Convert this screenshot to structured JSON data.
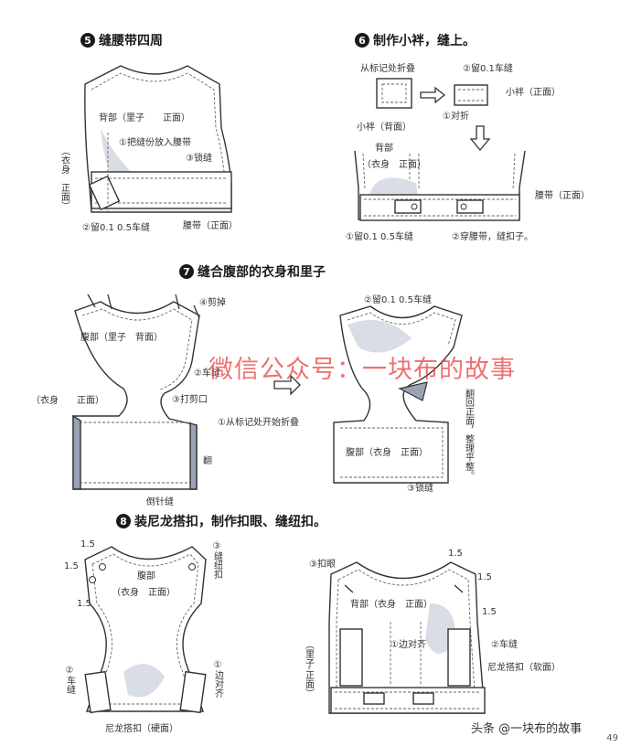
{
  "steps": {
    "s5": {
      "num": "5",
      "title": "缝腰带四周"
    },
    "s6": {
      "num": "6",
      "title": "制作小袢，缝上。"
    },
    "s7": {
      "num": "7",
      "title": "缝合腹部的衣身和里子"
    },
    "s8": {
      "num": "8",
      "title": "装尼龙搭扣，制作扣眼、缝纽扣。"
    }
  },
  "labels": {
    "back_lining": "背部（里子　　正面）",
    "put_seam": "①把缝份放入腰带",
    "lock_stitch_a": "③锁缝",
    "body_front_a": "（衣身　正面）",
    "leave_a": "②留0.1 0.5车缝",
    "belt_front_a": "腰带（正面）",
    "fold_from_mark": "从标记处折叠",
    "leave_01": "②留0.1车缝",
    "loop_front": "小袢（正面）",
    "loop_back": "小袢（背面）",
    "align_fold": "①对折",
    "back_small": "背部",
    "body_front_small": "（衣身　正面）",
    "belt_front_b": "腰带（正面）",
    "leave_b": "①留0.1 0.5车缝",
    "through_belt": "②穿腰带，缝扣子。",
    "trim": "④剪掉",
    "belly_lining": "腹部（里子　背面）",
    "sew_2": "②车缝",
    "clip": "③打剪口",
    "body_front_c": "（衣身　　正面）",
    "fold_mark_start": "①从标记处开始折叠",
    "flip": "翻",
    "backstitch": "倒针缝",
    "leave_c": "②留0.1 0.5车缝",
    "belly_body": "腹部（衣身　正面）",
    "lock_stitch_b": "③锁缝",
    "flip_tidy": "翻回正面，整理平整。",
    "m15": "1.5",
    "belly": "腹部",
    "body_front_d": "（衣身　正面）",
    "sew_button": "③缝纽扣",
    "sew_2b": "②车缝",
    "align_edge": "①边对齐",
    "velcro_hard": "尼龙搭扣（硬面）",
    "buttonhole": "③扣眼",
    "back_body": "背部（衣身　正面）",
    "align_edge_b": "①边对齐",
    "sew_2c": "②车缝",
    "velcro_soft": "尼龙搭扣（软面）",
    "lining_front": "（里子·正面）"
  },
  "watermark": "微信公众号：一块布的故事",
  "source": "头条 @一块布的故事",
  "page_number": "49",
  "colors": {
    "ink": "#333333",
    "shade": "#d7dbe3",
    "dash": "#555555",
    "watermark": "#e63c3c"
  }
}
